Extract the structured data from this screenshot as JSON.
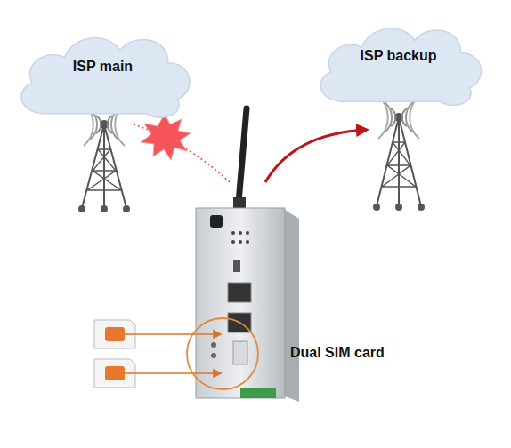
{
  "diagram": {
    "nodes": [
      {
        "text": [
          "ISP main"
        ]
      },
      {
        "text": [
          "ISP backup"
        ]
      }
    ],
    "labels": [
      "Dual SIM card"
    ]
  }
}
